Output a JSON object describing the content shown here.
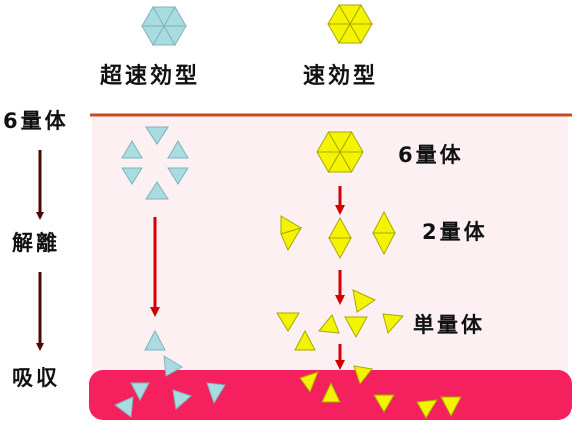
{
  "colors": {
    "teal": "#a9dce0",
    "yellow": "#f4f400",
    "zone": "#fdf0f2",
    "absorb_band": "#f4215e",
    "arrow_dark": "#4a0a00",
    "arrow_red": "#d40000",
    "top_line": "#c84b1e"
  },
  "headers": {
    "ultra": "超速効型",
    "rapid": "速効型"
  },
  "stages": {
    "hexamer": "6量体",
    "dissociation": "解離",
    "absorption": "吸収"
  },
  "rapid_forms": {
    "hexamer": "6量体",
    "dimer": "2量体",
    "monomer": "単量体"
  },
  "icons": {
    "ultra_hexagon": "teal-hexagon-icon",
    "rapid_hexagon": "yellow-hexagon-icon"
  }
}
